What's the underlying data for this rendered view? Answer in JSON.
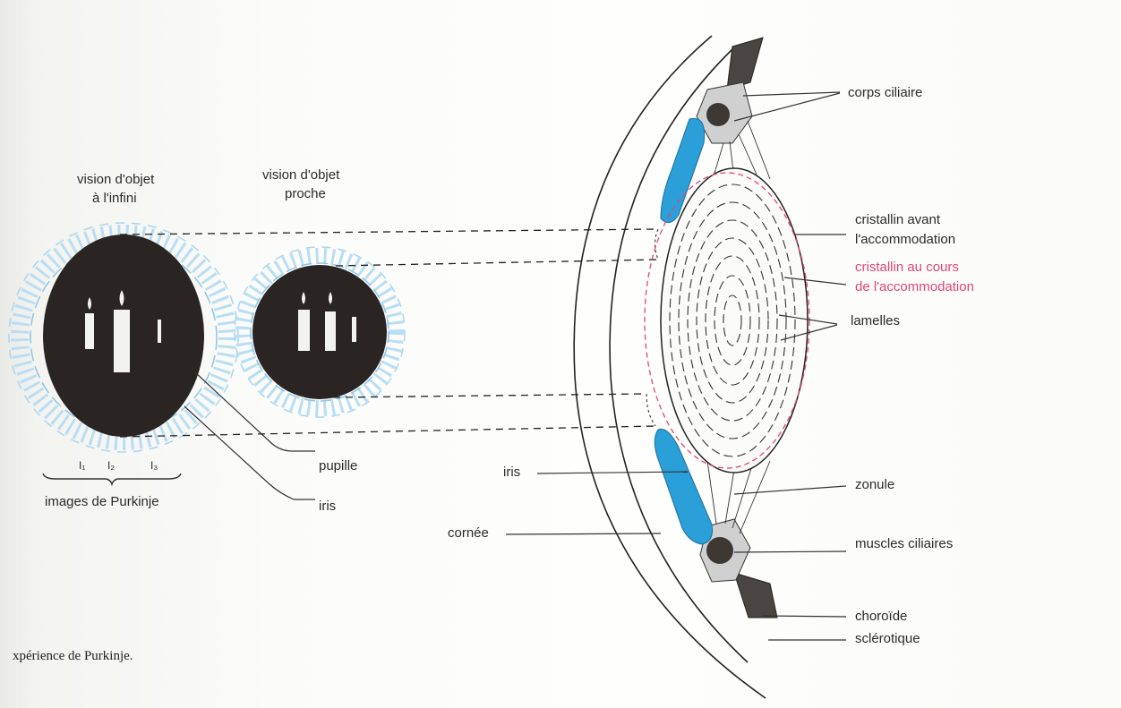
{
  "purkinje": {
    "far_vision_label_1": "vision d'objet",
    "far_vision_label_2": "à l'infini",
    "near_vision_label_1": "vision d'objet",
    "near_vision_label_2": "proche",
    "image_1": "I₁",
    "image_2": "I₂",
    "image_3": "I₃",
    "images_label": "images de Purkinje",
    "pupil_label": "pupille",
    "iris_label": "iris"
  },
  "eye": {
    "ciliary_body": "corps ciliaire",
    "lens_before_1": "cristallin avant",
    "lens_before_2": "l'accommodation",
    "lens_during_1": "cristallin au cours",
    "lens_during_2": "de l'accommodation",
    "lamellae": "lamelles",
    "iris": "iris",
    "zonule": "zonule",
    "cornea": "cornée",
    "ciliary_muscles": "muscles ciliaires",
    "choroid": "choroïde",
    "sclera": "sclérotique"
  },
  "caption": "xpérience de Purkinje.",
  "colors": {
    "iris_blue": "#2b9fd8",
    "halo_blue": "#9fd0ee",
    "accommodation_pink": "#e0457a",
    "pupil_dark": "#2a2522",
    "ink": "#2a2a2a"
  }
}
